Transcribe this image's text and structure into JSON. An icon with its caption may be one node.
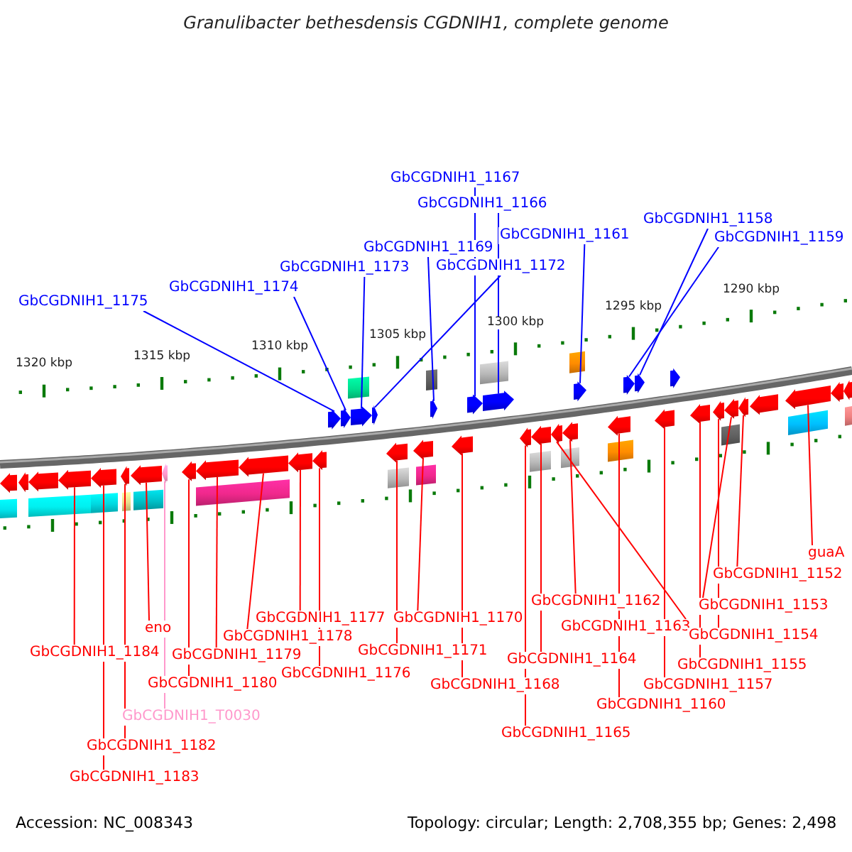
{
  "diagram": {
    "title": "Granulibacter bethesdensis CGDNIH1, complete genome",
    "nodes": [
      {
        "text": [
          "GbCGDNIH1_1175"
        ]
      },
      {
        "text": [
          "GbCGDNIH1_1174"
        ]
      },
      {
        "text": [
          "GbCGDNIH1_1173"
        ]
      },
      {
        "text": [
          "GbCGDNIH1_1172"
        ]
      },
      {
        "text": [
          "GbCGDNIH1_1169"
        ]
      },
      {
        "text": [
          "GbCGDNIH1_1167"
        ]
      },
      {
        "text": [
          "GbCGDNIH1_1166"
        ]
      },
      {
        "text": [
          "GbCGDNIH1_1161"
        ]
      },
      {
        "text": [
          "GbCGDNIH1_1159"
        ]
      },
      {
        "text": [
          "GbCGDNIH1_1158"
        ]
      },
      {
        "text": [
          "GbCGDNIH1_1184"
        ]
      },
      {
        "text": [
          "GbCGDNIH1_1183"
        ]
      },
      {
        "text": [
          "GbCGDNIH1_1182"
        ]
      },
      {
        "text": [
          "eno"
        ]
      },
      {
        "text": [
          "GbCGDNIH1_T0030"
        ]
      },
      {
        "text": [
          "GbCGDNIH1_1180"
        ]
      },
      {
        "text": [
          "GbCGDNIH1_1179"
        ]
      },
      {
        "text": [
          "GbCGDNIH1_1178"
        ]
      },
      {
        "text": [
          "GbCGDNIH1_1177"
        ]
      },
      {
        "text": [
          "GbCGDNIH1_1176"
        ]
      },
      {
        "text": [
          "GbCGDNIH1_1171"
        ]
      },
      {
        "text": [
          "GbCGDNIH1_1170"
        ]
      },
      {
        "text": [
          "GbCGDNIH1_1168"
        ]
      },
      {
        "text": [
          "GbCGDNIH1_1165"
        ]
      },
      {
        "text": [
          "GbCGDNIH1_1164"
        ]
      },
      {
        "text": [
          "GbCGDNIH1_1163"
        ]
      },
      {
        "text": [
          "GbCGDNIH1_1162"
        ]
      },
      {
        "text": [
          "GbCGDNIH1_1160"
        ]
      },
      {
        "text": [
          "GbCGDNIH1_1157"
        ]
      },
      {
        "text": [
          "GbCGDNIH1_1155"
        ]
      },
      {
        "text": [
          "GbCGDNIH1_1154"
        ]
      },
      {
        "text": [
          "GbCGDNIH1_1153"
        ]
      },
      {
        "text": [
          "GbCGDNIH1_1152"
        ]
      },
      {
        "text": [
          "guaA"
        ]
      },
      {
        "text": [],
        "shape": "arrow"
      },
      {
        "text": [],
        "shape": "arrow"
      },
      {
        "text": [],
        "shape": "arrow"
      },
      {
        "text": [],
        "shape": "arrow"
      },
      {
        "text": [],
        "shape": "arrow"
      },
      {
        "text": [],
        "shape": "arrow"
      },
      {
        "text": [],
        "shape": "arrow"
      },
      {
        "text": [],
        "shape": "arrow"
      },
      {
        "text": [],
        "shape": "arrow"
      },
      {
        "text": [],
        "shape": "arrow"
      },
      {
        "text": [],
        "shape": "arrow"
      },
      {
        "text": [],
        "shape": "arrow"
      },
      {
        "text": [],
        "shape": "arrow"
      },
      {
        "text": [],
        "shape": "arrow"
      },
      {
        "text": [],
        "shape": "arrow"
      },
      {
        "text": [],
        "shape": "arrow"
      },
      {
        "text": [],
        "shape": "arrow"
      },
      {
        "text": [],
        "shape": "arrow"
      },
      {
        "text": [],
        "shape": "arrow"
      },
      {
        "text": [],
        "shape": "arrow"
      },
      {
        "text": [],
        "shape": "arrow"
      },
      {
        "text": [],
        "shape": "arrow"
      },
      {
        "text": [],
        "shape": "arrow"
      },
      {
        "text": [],
        "shape": "arrow"
      },
      {
        "text": [],
        "shape": "arrow"
      },
      {
        "text": [],
        "shape": "arrow"
      },
      {
        "text": [],
        "shape": "arrow"
      },
      {
        "text": [],
        "shape": "arrow"
      },
      {
        "text": [],
        "shape": "arrow"
      },
      {
        "text": [],
        "shape": "arrow"
      },
      {
        "text": [],
        "shape": "arrow"
      },
      {
        "text": [],
        "shape": "arrow"
      },
      {
        "text": [],
        "shape": "arrow"
      },
      {
        "text": [],
        "shape": "arrow"
      },
      {
        "text": [],
        "shape": "arrow"
      },
      {
        "text": [],
        "shape": "arrow"
      },
      {
        "text": [],
        "shape": "arrow"
      },
      {
        "text": [],
        "shape": "arrow"
      },
      {
        "text": [],
        "shape": "arrow"
      },
      {
        "text": [],
        "shape": "arrow"
      },
      {
        "text": [],
        "shape": "arrow"
      }
    ],
    "edges": [
      {
        "from": 0,
        "to": 47,
        "arrow": "none",
        "color": "#0000ff"
      },
      {
        "from": 1,
        "to": 48,
        "arrow": "none",
        "color": "#0000ff"
      },
      {
        "from": 2,
        "to": 49,
        "arrow": "none",
        "color": "#0000ff"
      },
      {
        "from": 3,
        "to": 50,
        "arrow": "none",
        "color": "#0000ff"
      },
      {
        "from": 4,
        "to": 53,
        "arrow": "none",
        "color": "#0000ff"
      },
      {
        "from": 5,
        "to": 55,
        "arrow": "none",
        "color": "#0000ff"
      },
      {
        "from": 6,
        "to": 56,
        "arrow": "none",
        "color": "#0000ff"
      },
      {
        "from": 7,
        "to": 61,
        "arrow": "none",
        "color": "#0000ff"
      },
      {
        "from": 8,
        "to": 63,
        "arrow": "none",
        "color": "#0000ff"
      },
      {
        "from": 9,
        "to": 64,
        "arrow": "none",
        "color": "#0000ff"
      },
      {
        "from": 10,
        "to": 37,
        "arrow": "none"
      },
      {
        "from": 11,
        "to": 38,
        "arrow": "none"
      },
      {
        "from": 12,
        "to": 39,
        "arrow": "none"
      },
      {
        "from": 13,
        "to": 40,
        "arrow": "none"
      },
      {
        "from": 14,
        "to": 41,
        "arrow": "none",
        "color": "#ff99cc"
      },
      {
        "from": 15,
        "to": 42,
        "arrow": "none"
      },
      {
        "from": 16,
        "to": 43,
        "arrow": "none"
      },
      {
        "from": 17,
        "to": 44,
        "arrow": "none"
      },
      {
        "from": 18,
        "to": 45,
        "arrow": "none"
      },
      {
        "from": 19,
        "to": 46,
        "arrow": "none"
      },
      {
        "from": 20,
        "to": 51,
        "arrow": "none"
      },
      {
        "from": 21,
        "to": 52,
        "arrow": "none"
      },
      {
        "from": 22,
        "to": 54,
        "arrow": "none"
      },
      {
        "from": 23,
        "to": 57,
        "arrow": "none"
      },
      {
        "from": 24,
        "to": 58,
        "arrow": "none"
      },
      {
        "from": 25,
        "to": 59,
        "arrow": "none"
      },
      {
        "from": 26,
        "to": 60,
        "arrow": "none"
      },
      {
        "from": 27,
        "to": 62,
        "arrow": "none"
      },
      {
        "from": 28,
        "to": 65,
        "arrow": "none"
      },
      {
        "from": 29,
        "to": 67,
        "arrow": "none"
      },
      {
        "from": 30,
        "to": 68,
        "arrow": "none"
      },
      {
        "from": 31,
        "to": 69,
        "arrow": "none"
      },
      {
        "from": 32,
        "to": 70,
        "arrow": "none"
      },
      {
        "from": 33,
        "to": 72,
        "arrow": "none"
      }
    ],
    "labels": [
      "1320 kbp",
      "1315 kbp",
      "1310 kbp",
      "1305 kbp",
      "1300 kbp",
      "1295 kbp",
      "1290 kbp",
      "Accession: NC_008343",
      "Topology: circular; Length: 2,708,355 bp; Genes: 2,498"
    ]
  }
}
